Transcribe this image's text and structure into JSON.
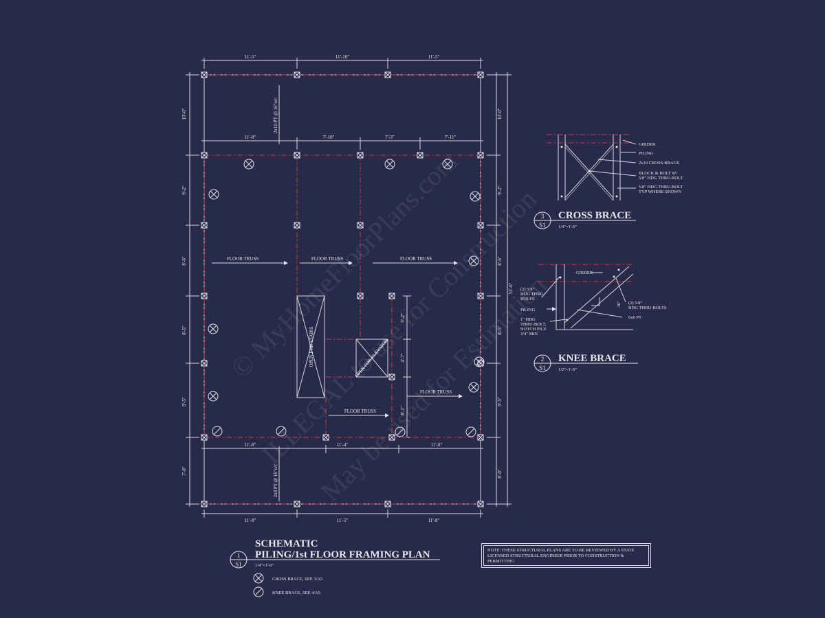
{
  "watermark": {
    "line1": "© MyHomeFloorPlans.com",
    "line2": "ILLEGAL to use for Construction",
    "line3": "May be used for Estimation"
  },
  "plan": {
    "top_dims": [
      "11'-5\"",
      "11'-10\"",
      "11'-5\""
    ],
    "upper_dims": [
      "11'-8\"",
      "7'-10\"",
      "7'-3\"",
      "7'-11\""
    ],
    "bottom_inner_dims": [
      "11'-8\"",
      "11'-4\"",
      "11'-8\""
    ],
    "bottom_dims": [
      "11'-8\"",
      "11'-5\"",
      "11'-8\""
    ],
    "left_dims": [
      "10'-0\"",
      "9'-2\"",
      "8'-6\"",
      "8'-5\"",
      "9'-5\"",
      "7'-0\""
    ],
    "right_dims": [
      "10'-0\"",
      "9'-2\"",
      "8'-6\"",
      "8'-5\"",
      "9'-5\"",
      "8'-0\""
    ],
    "overall_right": "53'-6\"",
    "stair_side_dims": [
      "5'-2\"",
      "4'-7\"",
      "8'-1\""
    ],
    "pt_top": "2x10 PT @ 16\"o/c",
    "pt_bottom": "2x8 PT @ 16\"o/c",
    "floor_truss": [
      "FLOOR TRUSS",
      "FLOOR TRUSS",
      "FLOOR TRUSS",
      "FLOOR TRUSS",
      "FLOOR TRUSS"
    ],
    "stairs_label": "OPEN FOR STAIRS",
    "elevator_label": "OPEN FOR ELEVATOR"
  },
  "plan_title": {
    "number": "1",
    "sheet": "S1",
    "line1": "SCHEMATIC",
    "line2": "PILING/1st FLOOR FRAMING PLAN",
    "scale": "1/4\"=1'-0\""
  },
  "legend": [
    {
      "icon": "cross-brace-symbol",
      "label": "CROSS BRACE, SEE 3/A5"
    },
    {
      "icon": "knee-brace-symbol",
      "label": "KNEE BRACE, SEE 4/A5"
    }
  ],
  "cross_brace": {
    "number": "3",
    "sheet": "S1",
    "title": "CROSS BRACE",
    "scale": "1/4\"=1'-0\"",
    "labels": [
      "GIRDER",
      "PILING",
      "2x10 CROSS-BRACE",
      "BLOCK & BOLT W/",
      "5/8\" HDG THRU-BOLT",
      "5/8\" HDG THRU-BOLT",
      "TYP WHERE SHOWN"
    ]
  },
  "knee_brace": {
    "number": "2",
    "sheet": "S1",
    "title": "KNEE BRACE",
    "scale": "1/2\"=1'-0\"",
    "girder": "GIRDER",
    "left_bolts": [
      "(2) 5/8\"",
      "HDG THRU-",
      "BOLTS"
    ],
    "piling": "PILING",
    "notch": [
      "1\" HDG",
      "THRU-BOLT,",
      "NOTCH PILE",
      "3/4\" MIN"
    ],
    "right_bolts": [
      "(2) 5/8\"",
      "HDG THRU-BOLTS"
    ],
    "brace": "6x6 PT",
    "angle": "36\""
  },
  "note": "NOTE: THESE STRUCTURAL PLANS ARE TO BE REVIEWED BY A STATE LICENSED STRUCTURAL ENGINEER PRIOR TO CONSTRUCTION & PERMITTING",
  "colors": {
    "background": "#272a48",
    "line": "#d8d8e2",
    "beam": "#d0384a"
  }
}
